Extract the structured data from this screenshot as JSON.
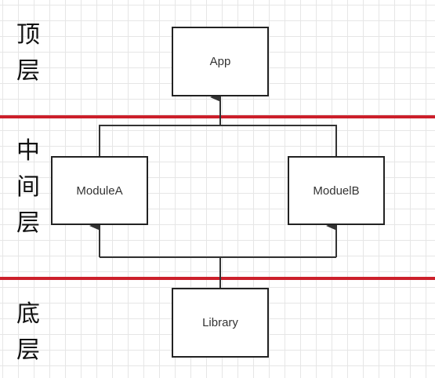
{
  "layers": {
    "top": {
      "label_line1": "顶",
      "label_line2": "层"
    },
    "middle": {
      "label_line1": "中",
      "label_line2": "间",
      "label_line3": "层"
    },
    "bottom": {
      "label_line1": "底",
      "label_line2": "层"
    }
  },
  "nodes": {
    "app": {
      "label": "App"
    },
    "module_a": {
      "label": "ModuleA"
    },
    "module_b": {
      "label": "ModuelB"
    },
    "library": {
      "label": "Library"
    }
  },
  "colors": {
    "divider": "#cc1f2b",
    "box_stroke": "#222222",
    "connector": "#333333",
    "grid": "#e6e6e6"
  }
}
